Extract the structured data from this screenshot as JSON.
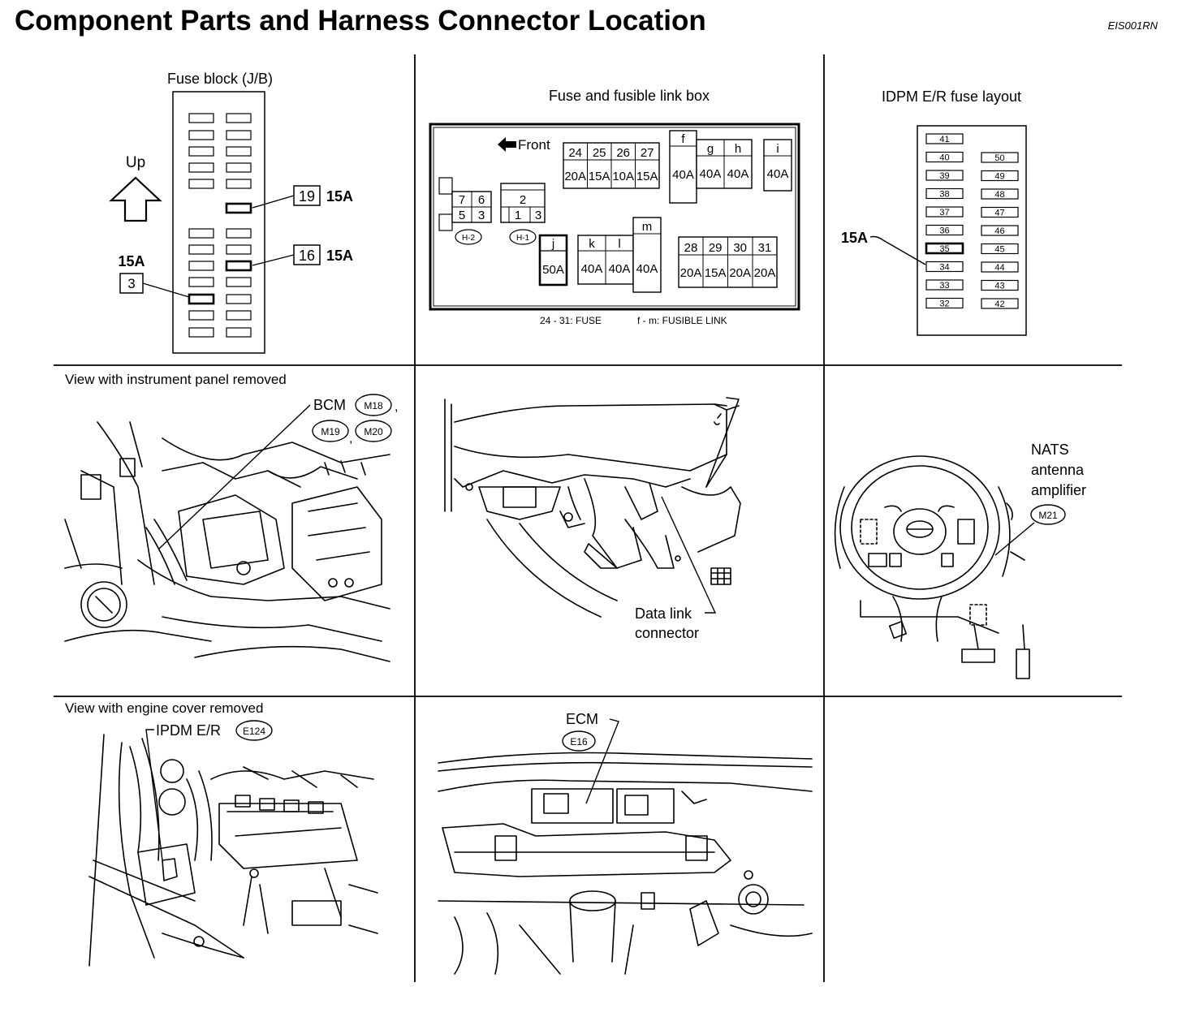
{
  "header": {
    "title": "Component Parts and Harness Connector Location",
    "code": "EIS001RN"
  },
  "fuse_block": {
    "title": "Fuse block (J/B)",
    "up_label": "Up",
    "fuse_19": "19",
    "fuse_19_rating": "15A",
    "fuse_16": "16",
    "fuse_16_rating": "15A",
    "fuse_3": "3",
    "fuse_3_rating": "15A"
  },
  "link_box": {
    "title": "Fuse and fusible link box",
    "front_label": "Front",
    "group1": {
      "nums": [
        "24",
        "25",
        "26",
        "27"
      ],
      "ratings": [
        "20A",
        "15A",
        "10A",
        "15A"
      ]
    },
    "link_f": {
      "id": "f",
      "rating": "40A"
    },
    "link_g": {
      "id": "g",
      "rating": "40A"
    },
    "link_h": {
      "id": "h",
      "rating": "40A"
    },
    "link_i": {
      "id": "i",
      "rating": "40A"
    },
    "relay_h2": {
      "cells": [
        "7",
        "6",
        "5",
        "3"
      ],
      "tag": "H-2"
    },
    "relay_h1": {
      "cells": [
        "2",
        "1",
        "3"
      ],
      "tag": "H-1"
    },
    "link_j": {
      "id": "j",
      "rating": "50A"
    },
    "link_k": {
      "id": "k",
      "rating": "40A"
    },
    "link_l": {
      "id": "l",
      "rating": "40A"
    },
    "link_m": {
      "id": "m",
      "rating": "40A"
    },
    "group2": {
      "nums": [
        "28",
        "29",
        "30",
        "31"
      ],
      "ratings": [
        "20A",
        "15A",
        "20A",
        "20A"
      ]
    },
    "legend_fuse": "24 - 31: FUSE",
    "legend_link": "f - m: FUSIBLE LINK"
  },
  "ipdm_layout": {
    "title": "IDPM E/R fuse layout",
    "rating_label": "15A",
    "left_col": [
      "41",
      "40",
      "39",
      "38",
      "37",
      "36",
      "35",
      "34",
      "33",
      "32"
    ],
    "right_col": [
      "50",
      "49",
      "48",
      "47",
      "46",
      "45",
      "44",
      "43",
      "42"
    ]
  },
  "bcm_view": {
    "caption": "View with instrument panel removed",
    "label": "BCM",
    "conn1": "M18",
    "conn2": "M19",
    "conn3": "M20"
  },
  "dlc_view": {
    "label_line1": "Data link",
    "label_line2": "connector"
  },
  "nats_view": {
    "label_line1": "NATS",
    "label_line2": "antenna",
    "label_line3": "amplifier",
    "conn": "M21"
  },
  "ipdm_view": {
    "caption": "View with engine cover removed",
    "label": "IPDM E/R",
    "conn": "E124"
  },
  "ecm_view": {
    "label": "ECM",
    "conn": "E16"
  }
}
